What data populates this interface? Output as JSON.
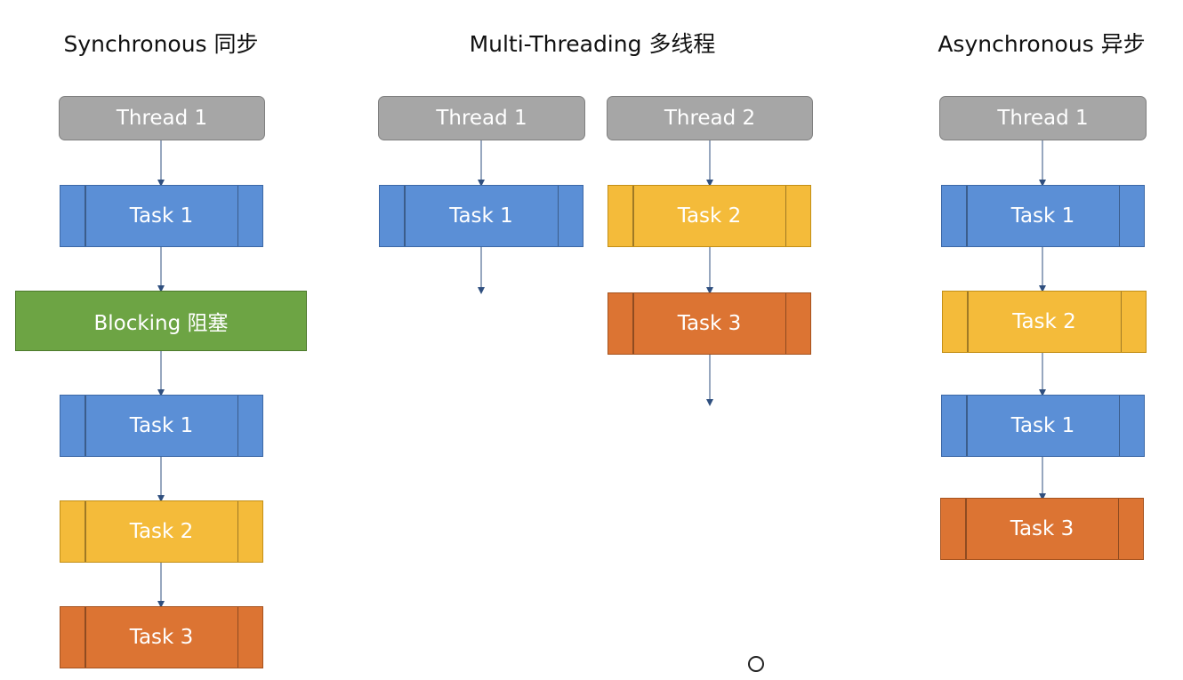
{
  "columns": {
    "sync": {
      "title": "Synchronous 同步",
      "thread": "Thread 1",
      "steps": [
        "Task 1",
        "Blocking 阻塞",
        "Task 1",
        "Task 2",
        "Task 3"
      ]
    },
    "multi": {
      "title": "Multi-Threading 多线程",
      "thread1": {
        "label": "Thread 1",
        "tasks": [
          "Task 1"
        ]
      },
      "thread2": {
        "label": "Thread 2",
        "tasks": [
          "Task 2",
          "Task 3"
        ]
      }
    },
    "async": {
      "title": "Asynchronous 异步",
      "thread": "Thread 1",
      "steps": [
        "Task 1",
        "Task 2",
        "Task 1",
        "Task 3"
      ]
    }
  },
  "colors": {
    "thread": "#a6a6a6",
    "task_blue": "#5b8fd6",
    "task_yellow": "#f4bb3a",
    "task_orange": "#dc7433",
    "blocking_green": "#6da444",
    "arrow": "#2f4f7f"
  }
}
